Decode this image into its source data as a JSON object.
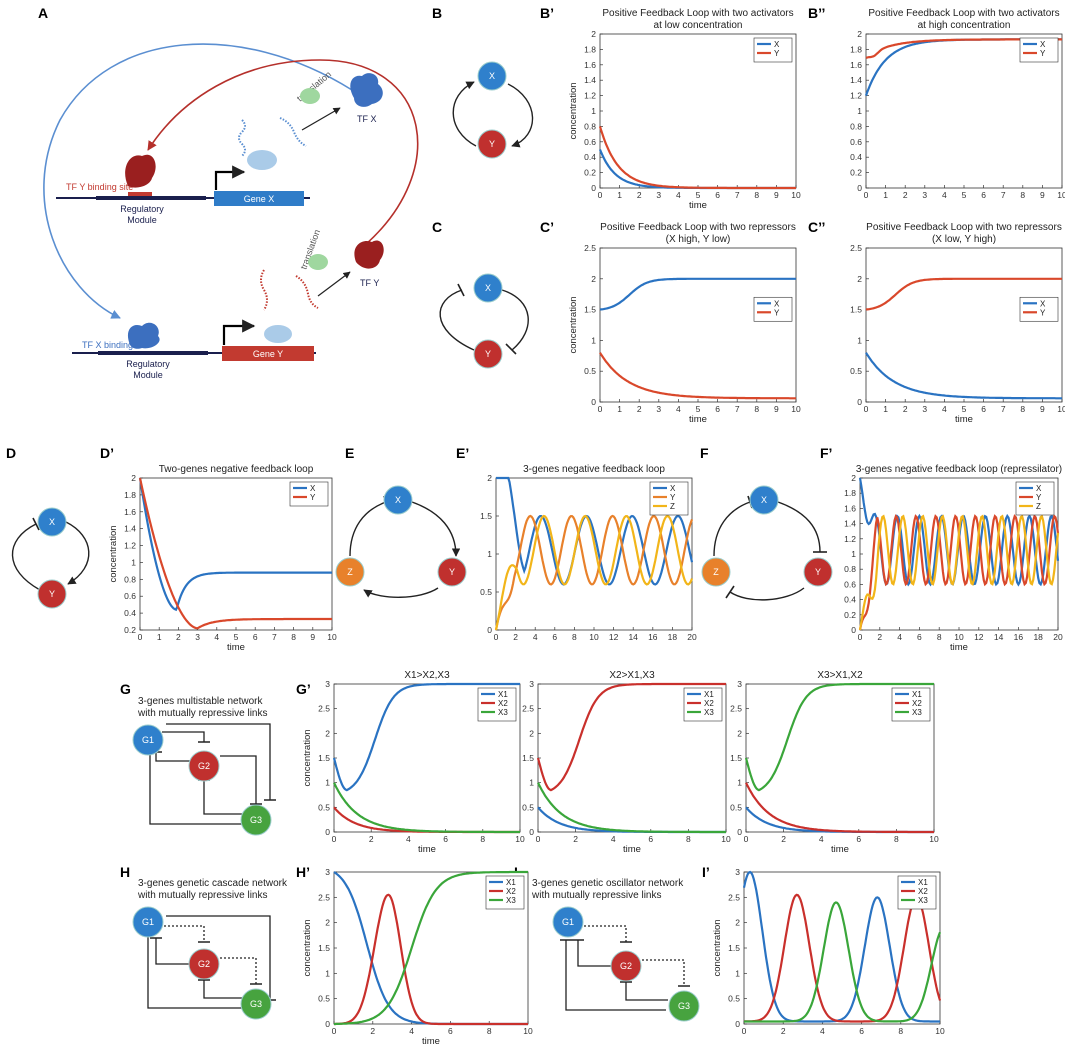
{
  "colors": {
    "blue": "#2a73c2",
    "red": "#d9482b",
    "orange": "#e8812b",
    "yellow": "#f2b519",
    "green": "#3aa63a",
    "x1": "#2a73c2",
    "x2": "#c9302c",
    "x3": "#3aa63a",
    "node_blue": "#2f80cc",
    "node_red": "#c0302e",
    "node_orange": "#e8812b",
    "node_green": "#47a33f",
    "diagram_blue": "#5b8fd1",
    "diagram_red": "#b5302b",
    "gene_blue_box": "#2f7cc8",
    "gene_red_box": "#c23a30",
    "dark_navy": "#1a1f4d"
  },
  "panel_letters": {
    "A": "A",
    "B": "B",
    "B1": "B’",
    "B2": "B’’",
    "C": "C",
    "C1": "C’",
    "C2": "C’’",
    "D": "D",
    "D1": "D’",
    "E": "E",
    "E1": "E’",
    "F": "F",
    "F1": "F’",
    "G": "G",
    "G1": "G’",
    "H": "H",
    "H1": "H’",
    "I": "I",
    "I1": "I’"
  },
  "diagram_A": {
    "translation1": "translation",
    "translation2": "translation",
    "tfx": "TF X",
    "tfy": "TF Y",
    "tfy_site": "TF Y binding site",
    "tfx_site": "TF X binding site",
    "reg_module1": "Regulatory",
    "reg_module1b": "Module",
    "reg_module2": "Regulatory",
    "reg_module2b": "Module",
    "gene_x": "Gene X",
    "gene_y": "Gene Y"
  },
  "nodes": {
    "X": "X",
    "Y": "Y",
    "Z": "Z",
    "G1": "G1",
    "G2": "G2",
    "G3": "G3"
  },
  "network_titles": {
    "G": [
      "3-genes multistable network",
      "with mutually repressive links"
    ],
    "H": [
      "3-genes genetic cascade network",
      "with mutually repressive links"
    ],
    "I": [
      "3-genes genetic oscillator network",
      "with mutually repressive links"
    ]
  },
  "chart_data": [
    {
      "id": "B1",
      "type": "line",
      "title": [
        "Positive Feedback Loop with two activators",
        "at low concentration"
      ],
      "xlabel": "time",
      "ylabel": "concentration",
      "xlim": [
        0,
        10
      ],
      "ylim": [
        0,
        2
      ],
      "xticks": [
        0,
        1,
        2,
        3,
        4,
        5,
        6,
        7,
        8,
        9,
        10
      ],
      "yticks": [
        0,
        0.2,
        0.4,
        0.6,
        0.8,
        1,
        1.2,
        1.4,
        1.6,
        1.8,
        2
      ],
      "legend": "top-right",
      "series": [
        {
          "name": "X",
          "color": "blue",
          "kind": "exp",
          "params": {
            "start": 0.5,
            "end": 0.0,
            "rate": 1.3
          }
        },
        {
          "name": "Y",
          "color": "red",
          "kind": "exp",
          "params": {
            "start": 0.8,
            "end": 0.0,
            "rate": 1.1
          }
        }
      ]
    },
    {
      "id": "B2",
      "type": "line",
      "title": [
        "Positive Feedback Loop with two activators",
        "at high concentration"
      ],
      "xlabel": "",
      "ylabel": "",
      "xlim": [
        0,
        10
      ],
      "ylim": [
        0,
        2
      ],
      "xticks": [
        0,
        1,
        2,
        3,
        4,
        5,
        6,
        7,
        8,
        9,
        10
      ],
      "yticks": [
        0,
        0.2,
        0.4,
        0.6,
        0.8,
        1,
        1.2,
        1.4,
        1.6,
        1.8,
        2
      ],
      "legend": "top-right",
      "series": [
        {
          "name": "X",
          "color": "blue",
          "kind": "exp",
          "params": {
            "start": 1.2,
            "end": 1.93,
            "rate": 1.0
          }
        },
        {
          "name": "Y",
          "color": "red",
          "kind": "dipexp",
          "params": {
            "start": 1.7,
            "end": 1.93,
            "dip": 0.05,
            "rate": 0.8
          }
        }
      ]
    },
    {
      "id": "C1",
      "type": "line",
      "title": [
        "Positive Feedback Loop with two repressors",
        "(X high, Y low)"
      ],
      "xlabel": "time",
      "ylabel": "concentration",
      "xlim": [
        0,
        10
      ],
      "ylim": [
        0,
        2.5
      ],
      "xticks": [
        0,
        1,
        2,
        3,
        4,
        5,
        6,
        7,
        8,
        9,
        10
      ],
      "yticks": [
        0,
        0.5,
        1,
        1.5,
        2,
        2.5
      ],
      "legend": "middle-right",
      "series": [
        {
          "name": "X",
          "color": "blue",
          "kind": "sig",
          "params": {
            "start": 1.5,
            "end": 2.0,
            "mid": 1.5,
            "k": 2.2
          }
        },
        {
          "name": "Y",
          "color": "red",
          "kind": "exp",
          "params": {
            "start": 0.8,
            "end": 0.06,
            "rate": 0.7
          }
        }
      ]
    },
    {
      "id": "C2",
      "type": "line",
      "title": [
        "Positive Feedback Loop with two repressors",
        "(X low, Y high)"
      ],
      "xlabel": "time",
      "ylabel": "",
      "xlim": [
        0,
        10
      ],
      "ylim": [
        0,
        2.5
      ],
      "xticks": [
        0,
        1,
        2,
        3,
        4,
        5,
        6,
        7,
        8,
        9,
        10
      ],
      "yticks": [
        0,
        0.5,
        1,
        1.5,
        2,
        2.5
      ],
      "legend": "middle-right",
      "series": [
        {
          "name": "X",
          "color": "blue",
          "kind": "exp",
          "params": {
            "start": 0.8,
            "end": 0.06,
            "rate": 0.7
          }
        },
        {
          "name": "Y",
          "color": "red",
          "kind": "sig",
          "params": {
            "start": 1.5,
            "end": 2.0,
            "mid": 1.5,
            "k": 2.2
          }
        }
      ]
    },
    {
      "id": "D1",
      "type": "line",
      "title": [
        "Two-genes negative feedback loop"
      ],
      "xlabel": "time",
      "ylabel": "concentration",
      "xlim": [
        0,
        10
      ],
      "ylim": [
        0.2,
        2
      ],
      "xticks": [
        0,
        1,
        2,
        3,
        4,
        5,
        6,
        7,
        8,
        9,
        10
      ],
      "yticks": [
        0.2,
        0.4,
        0.6,
        0.8,
        1,
        1.2,
        1.4,
        1.6,
        1.8,
        2
      ],
      "legend": "top-right",
      "series": [
        {
          "name": "X",
          "color": "blue",
          "kind": "damped",
          "params": {
            "start": 2.0,
            "end": 0.88,
            "min": 0.44,
            "tmin": 1.9,
            "rate": 1.6
          }
        },
        {
          "name": "Y",
          "color": "red",
          "kind": "damped",
          "params": {
            "start": 2.0,
            "end": 0.33,
            "min": 0.22,
            "tmin": 3.0,
            "rate": 1.0
          }
        }
      ]
    },
    {
      "id": "E1",
      "type": "line",
      "title": [
        "3-genes negative feedback loop"
      ],
      "xlabel": "",
      "ylabel": "",
      "xlim": [
        0,
        20
      ],
      "ylim": [
        0,
        2
      ],
      "xticks": [
        0,
        2,
        4,
        6,
        8,
        10,
        12,
        14,
        16,
        18,
        20
      ],
      "yticks": [
        0,
        0.5,
        1,
        1.5,
        2
      ],
      "legend": "top-right",
      "series": [
        {
          "name": "X",
          "color": "blue",
          "kind": "osc3",
          "params": {
            "phase": 0,
            "amp": 0.45,
            "mid": 1.05,
            "period": 4.2,
            "start": 2.0,
            "flat": 1.3
          }
        },
        {
          "name": "Y",
          "color": "orange",
          "kind": "osc3",
          "params": {
            "phase": 1.4,
            "amp": 0.45,
            "mid": 1.05,
            "period": 4.2,
            "start": 0.0,
            "flat": 0
          }
        },
        {
          "name": "Z",
          "color": "yellow",
          "kind": "osc3",
          "params": {
            "phase": 2.8,
            "amp": 0.45,
            "mid": 1.05,
            "period": 4.2,
            "start": 0.0,
            "flat": 0
          }
        }
      ]
    },
    {
      "id": "F1",
      "type": "line",
      "title": [
        "3-genes negative feedback loop (repressilator)"
      ],
      "xlabel": "time",
      "ylabel": "",
      "xlim": [
        0,
        20
      ],
      "ylim": [
        0,
        2
      ],
      "xticks": [
        0,
        2,
        4,
        6,
        8,
        10,
        12,
        14,
        16,
        18,
        20
      ],
      "yticks": [
        0,
        0.2,
        0.4,
        0.6,
        0.8,
        1,
        1.2,
        1.4,
        1.6,
        1.8,
        2
      ],
      "legend": "top-right",
      "series": [
        {
          "name": "X",
          "color": "blue",
          "kind": "osc3",
          "params": {
            "phase": 0,
            "amp": 0.45,
            "mid": 1.05,
            "period": 2.0,
            "start": 2.0,
            "flat": 0
          }
        },
        {
          "name": "Y",
          "color": "red",
          "kind": "osc3",
          "params": {
            "phase": 0.66,
            "amp": 0.45,
            "mid": 1.05,
            "period": 2.0,
            "start": 0.0,
            "flat": 0
          }
        },
        {
          "name": "Z",
          "color": "yellow",
          "kind": "osc3",
          "params": {
            "phase": 1.33,
            "amp": 0.45,
            "mid": 1.05,
            "period": 2.0,
            "start": 0.0,
            "flat": 0
          }
        }
      ]
    },
    {
      "id": "G1a",
      "type": "line",
      "title": [
        "X1>X2,X3"
      ],
      "xlabel": "time",
      "ylabel": "concentration",
      "xlim": [
        0,
        10
      ],
      "ylim": [
        0,
        3
      ],
      "xticks": [
        0,
        2,
        4,
        6,
        8,
        10
      ],
      "yticks": [
        0,
        0.5,
        1,
        1.5,
        2,
        2.5,
        3
      ],
      "legend": "top-right",
      "series": [
        {
          "name": "X1",
          "color": "x1",
          "kind": "dipsig",
          "params": {
            "start": 1.5,
            "min": 0.85,
            "tmin": 0.7,
            "end": 3.0,
            "mid": 2.2,
            "k": 2.0
          }
        },
        {
          "name": "X2",
          "color": "x2",
          "kind": "exp",
          "params": {
            "start": 0.5,
            "end": 0.0,
            "rate": 0.9
          }
        },
        {
          "name": "X3",
          "color": "x3",
          "kind": "exp",
          "params": {
            "start": 1.0,
            "end": 0.0,
            "rate": 0.8
          }
        }
      ]
    },
    {
      "id": "G1b",
      "type": "line",
      "title": [
        "X2>X1,X3"
      ],
      "xlabel": "time",
      "ylabel": "",
      "xlim": [
        0,
        10
      ],
      "ylim": [
        0,
        3
      ],
      "xticks": [
        0,
        2,
        4,
        6,
        8,
        10
      ],
      "yticks": [
        0,
        0.5,
        1,
        1.5,
        2,
        2.5,
        3
      ],
      "legend": "top-right",
      "series": [
        {
          "name": "X1",
          "color": "x1",
          "kind": "exp",
          "params": {
            "start": 0.5,
            "end": 0.0,
            "rate": 0.9
          }
        },
        {
          "name": "X2",
          "color": "x2",
          "kind": "dipsig",
          "params": {
            "start": 1.5,
            "min": 0.85,
            "tmin": 0.7,
            "end": 3.0,
            "mid": 2.2,
            "k": 2.0
          }
        },
        {
          "name": "X3",
          "color": "x3",
          "kind": "exp",
          "params": {
            "start": 1.0,
            "end": 0.0,
            "rate": 0.8
          }
        }
      ]
    },
    {
      "id": "G1c",
      "type": "line",
      "title": [
        "X3>X1,X2"
      ],
      "xlabel": "time",
      "ylabel": "",
      "xlim": [
        0,
        10
      ],
      "ylim": [
        0,
        3
      ],
      "xticks": [
        0,
        2,
        4,
        6,
        8,
        10
      ],
      "yticks": [
        0,
        0.5,
        1,
        1.5,
        2,
        2.5,
        3
      ],
      "legend": "top-right",
      "series": [
        {
          "name": "X1",
          "color": "x1",
          "kind": "exp",
          "params": {
            "start": 0.5,
            "end": 0.0,
            "rate": 0.9
          }
        },
        {
          "name": "X2",
          "color": "x2",
          "kind": "exp",
          "params": {
            "start": 1.0,
            "end": 0.0,
            "rate": 0.8
          }
        },
        {
          "name": "X3",
          "color": "x3",
          "kind": "dipsig",
          "params": {
            "start": 1.5,
            "min": 0.85,
            "tmin": 0.7,
            "end": 3.0,
            "mid": 2.2,
            "k": 2.0
          }
        }
      ]
    },
    {
      "id": "H1",
      "type": "line",
      "title": [],
      "xlabel": "time",
      "ylabel": "concentration",
      "xlim": [
        0,
        10
      ],
      "ylim": [
        0,
        3
      ],
      "xticks": [
        0,
        2,
        4,
        6,
        8,
        10
      ],
      "yticks": [
        0,
        0.5,
        1,
        1.5,
        2,
        2.5,
        3
      ],
      "legend": "top-right",
      "series": [
        {
          "name": "X1",
          "color": "x1",
          "kind": "sigdown",
          "params": {
            "start": 3.0,
            "end": 0.0,
            "mid": 1.7,
            "k": 1.8
          }
        },
        {
          "name": "X2",
          "color": "x2",
          "kind": "pulse",
          "params": {
            "peak": 2.55,
            "tpeak": 2.8,
            "w1": 1.0,
            "w2": 0.9
          }
        },
        {
          "name": "X3",
          "color": "x3",
          "kind": "sig",
          "params": {
            "start": 0.0,
            "end": 3.0,
            "mid": 4.0,
            "k": 1.6
          }
        }
      ]
    },
    {
      "id": "I1",
      "type": "line",
      "title": [],
      "xlabel": "",
      "ylabel": "concentration",
      "xlim": [
        0,
        10
      ],
      "ylim": [
        0,
        3
      ],
      "xticks": [
        0,
        2,
        4,
        6,
        8,
        10
      ],
      "yticks": [
        0,
        0.5,
        1,
        1.5,
        2,
        2.5,
        3
      ],
      "legend": "top-right",
      "series": [
        {
          "name": "X1",
          "color": "x1",
          "kind": "pulses",
          "params": {
            "peaks": [
              [
                0.3,
                3.0
              ],
              [
                6.8,
                2.5
              ]
            ],
            "w": 0.9,
            "base": 0.05,
            "tail": 0.15
          }
        },
        {
          "name": "X2",
          "color": "x2",
          "kind": "pulses",
          "params": {
            "peaks": [
              [
                2.7,
                2.55
              ],
              [
                8.8,
                2.5
              ]
            ],
            "w": 0.9,
            "base": 0.05,
            "tail": 0
          }
        },
        {
          "name": "X3",
          "color": "x3",
          "kind": "pulses",
          "params": {
            "peaks": [
              [
                4.7,
                2.4
              ],
              [
                10.2,
                1.9
              ]
            ],
            "w": 0.9,
            "base": 0.05,
            "tail": 0
          }
        }
      ]
    }
  ]
}
